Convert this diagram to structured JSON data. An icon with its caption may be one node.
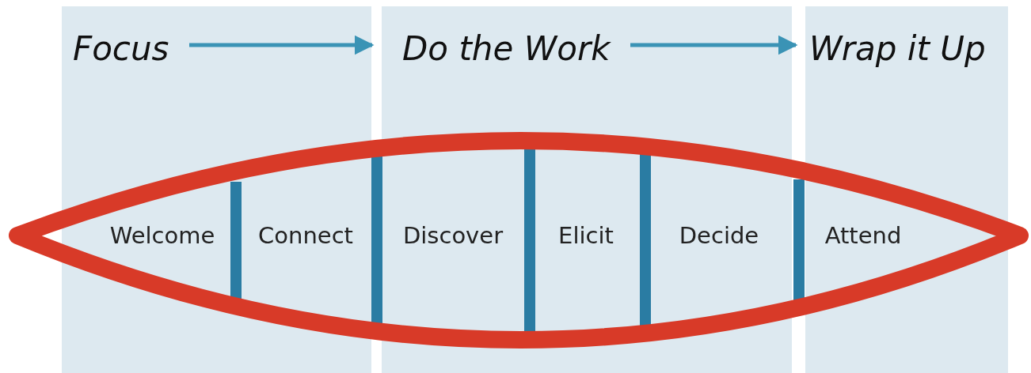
{
  "diagram": {
    "nodes": [
      {
        "text": [
          "Focus"
        ]
      },
      {
        "text": [
          "Do the Work"
        ]
      },
      {
        "text": [
          "Wrap it Up"
        ]
      }
    ],
    "edges": [
      {
        "from": 0,
        "to": 1,
        "arrow": "to"
      },
      {
        "from": 1,
        "to": 2,
        "arrow": "to"
      }
    ],
    "labels": [
      "Welcome",
      "Connect",
      "Discover",
      "Elicit",
      "Decide",
      "Attend"
    ]
  }
}
